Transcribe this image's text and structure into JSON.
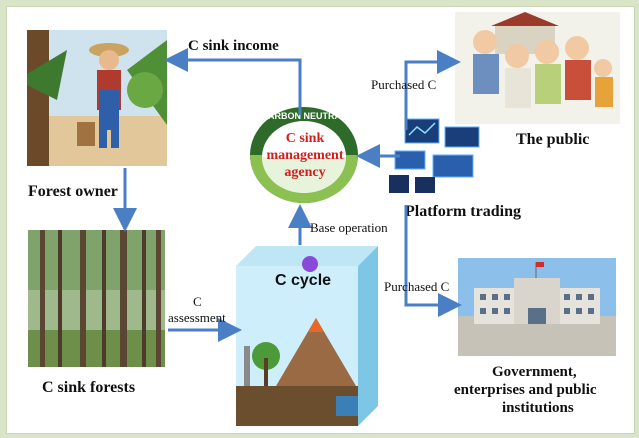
{
  "nodes": {
    "forest_owner": "Forest owner",
    "sink_forests": "C sink forests",
    "agency": "C sink management agency",
    "agency_ring_text": "CARBON NEUTRAL",
    "cycle": "C cycle",
    "public": "The public",
    "platform": "Platform trading",
    "gov": [
      "Government,",
      "enterprises and public",
      "institutions"
    ]
  },
  "edges": {
    "income": "C sink income",
    "purchased_public": "Purchased C",
    "purchased_gov": "Purchased C",
    "base_operation": "Base operation",
    "assessment": [
      "C",
      "assessment"
    ]
  },
  "colors": {
    "arrow": "#4a7fc6",
    "agency_text": "#d41e1e",
    "ring_dark": "#2e6b2a",
    "ring_light": "#8cc152"
  }
}
